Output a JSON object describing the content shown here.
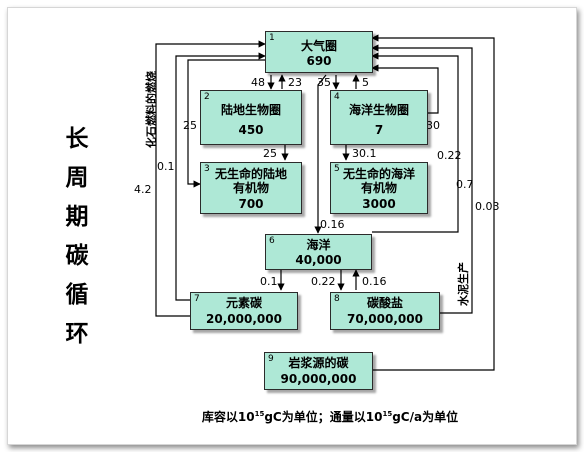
{
  "title_chars": [
    "长",
    "周",
    "期",
    "碳",
    "循",
    "环"
  ],
  "reservoirs": [
    {
      "id": "1",
      "name": "大气圈",
      "value": "690"
    },
    {
      "id": "2",
      "name": "陆地生物圈",
      "value": "450"
    },
    {
      "id": "3",
      "name_lines": [
        "无生命的陆地",
        "有机物"
      ],
      "value": "700"
    },
    {
      "id": "4",
      "name": "海洋生物圈",
      "value": "7"
    },
    {
      "id": "5",
      "name_lines": [
        "无生命的海洋",
        "有机物"
      ],
      "value": "3000"
    },
    {
      "id": "6",
      "name": "海洋",
      "value": "40,000"
    },
    {
      "id": "7",
      "name": "元素碳",
      "value": "20,000,000"
    },
    {
      "id": "8",
      "name": "碳酸盐",
      "value": "70,000,000"
    },
    {
      "id": "9",
      "name": "岩浆源的碳",
      "value": "90,000,000"
    }
  ],
  "flows": {
    "atm_to_land": "48",
    "land_to_atm": "23",
    "atm_to_marine": "35",
    "marine_to_atm": "5",
    "land_to_dead_land": "25",
    "marine_to_dead_marine": "30.1",
    "land_outer_loop": "25",
    "marine_outer_loop": "30",
    "atm_to_ocean": "0.16",
    "dead_marine_to_atm": "0.22",
    "element_to_atm": "0.1",
    "element_to_atm_outer": "4.2",
    "ocean_to_element": "0.1",
    "ocean_to_carbonate": "0.22",
    "carbonate_to_ocean": "0.16",
    "carbonate_to_atm": "0.7",
    "magma_to_atm": "0.03"
  },
  "route_labels": {
    "fossil_fuel": "化石燃料的燃烧",
    "cement": "水泥生产"
  },
  "unit_note": {
    "prefix": "库容以10",
    "exp1": "15",
    "mid": "gC为单位；通量以10",
    "exp2": "15",
    "suffix": "gC/a为单位"
  },
  "colors": {
    "box_fill": "#aee8d6",
    "line": "#000000"
  }
}
